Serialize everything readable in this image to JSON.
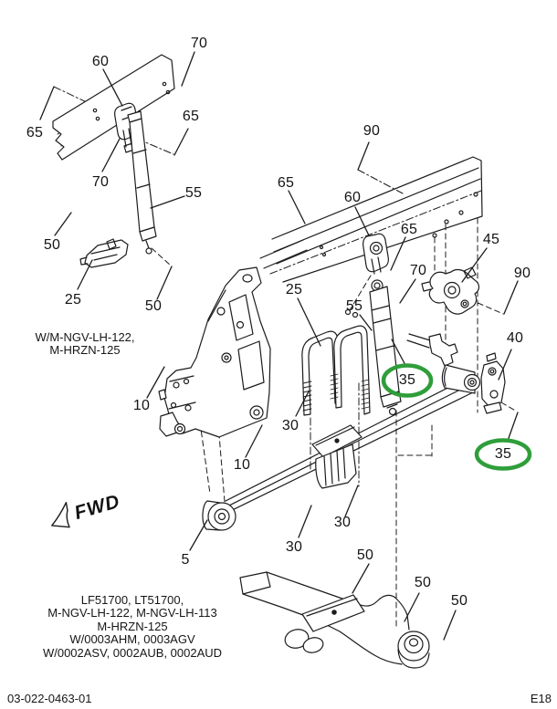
{
  "diagram": {
    "fwd_label": "FWD",
    "note_left": {
      "line1": "W/M-NGV-LH-122,",
      "line2": "M-HRZN-125"
    },
    "note_bottom": {
      "line1": "LF51700, LT51700,",
      "line2": "M-NGV-LH-122, M-NGV-LH-113",
      "line3": "M-HRZN-125",
      "line4": "W/0003AHM, 0003AGV",
      "line5": "W/0002ASV, 0002AUB, 0002AUD"
    },
    "footer": {
      "doc_number": "03-022-0463-01",
      "page_code": "E18"
    },
    "colors": {
      "line": "#1c1c1c",
      "highlight": "#2f9e3a",
      "background": "#ffffff"
    },
    "callouts": [
      {
        "id": "70-upper-rail-end",
        "label": "70",
        "circled": false
      },
      {
        "id": "60-upper-shock-bracket",
        "label": "60",
        "circled": false
      },
      {
        "id": "65-upper-right",
        "label": "65",
        "circled": false
      },
      {
        "id": "65-upper-left",
        "label": "65",
        "circled": false
      },
      {
        "id": "70-upper-rail-lower",
        "label": "70",
        "circled": false
      },
      {
        "id": "55-upper-shock",
        "label": "55",
        "circled": false
      },
      {
        "id": "50-upper-left",
        "label": "50",
        "circled": false
      },
      {
        "id": "25-lower-mount",
        "label": "25",
        "circled": false
      },
      {
        "id": "50-upper-mid",
        "label": "50",
        "circled": false
      },
      {
        "id": "10-hanger-left",
        "label": "10",
        "circled": false
      },
      {
        "id": "90-center-rail",
        "label": "90",
        "circled": false
      },
      {
        "id": "65-center-left",
        "label": "65",
        "circled": false
      },
      {
        "id": "60-center-bracket",
        "label": "60",
        "circled": false
      },
      {
        "id": "65-center-right",
        "label": "65",
        "circled": false
      },
      {
        "id": "45-cast-bracket",
        "label": "45",
        "circled": false
      },
      {
        "id": "90-center-right",
        "label": "90",
        "circled": false
      },
      {
        "id": "70-center",
        "label": "70",
        "circled": false
      },
      {
        "id": "25-ubolt",
        "label": "25",
        "circled": false
      },
      {
        "id": "55-center-shock",
        "label": "55",
        "circled": false
      },
      {
        "id": "30-ubolt-thread-left",
        "label": "30",
        "circled": false
      },
      {
        "id": "10-hanger-right",
        "label": "10",
        "circled": false
      },
      {
        "id": "35-bushing-front",
        "label": "35",
        "circled": true
      },
      {
        "id": "40-shackle",
        "label": "40",
        "circled": false
      },
      {
        "id": "35-bushing-rear",
        "label": "35",
        "circled": true
      },
      {
        "id": "30-spacer-lower",
        "label": "30",
        "circled": false
      },
      {
        "id": "30-spacer-mid",
        "label": "30",
        "circled": false
      },
      {
        "id": "5-leaf-spring",
        "label": "5",
        "circled": false
      },
      {
        "id": "50-axle-seat",
        "label": "50",
        "circled": false
      },
      {
        "id": "50-axle-mid",
        "label": "50",
        "circled": false
      },
      {
        "id": "50-axle-boss",
        "label": "50",
        "circled": false
      }
    ]
  }
}
